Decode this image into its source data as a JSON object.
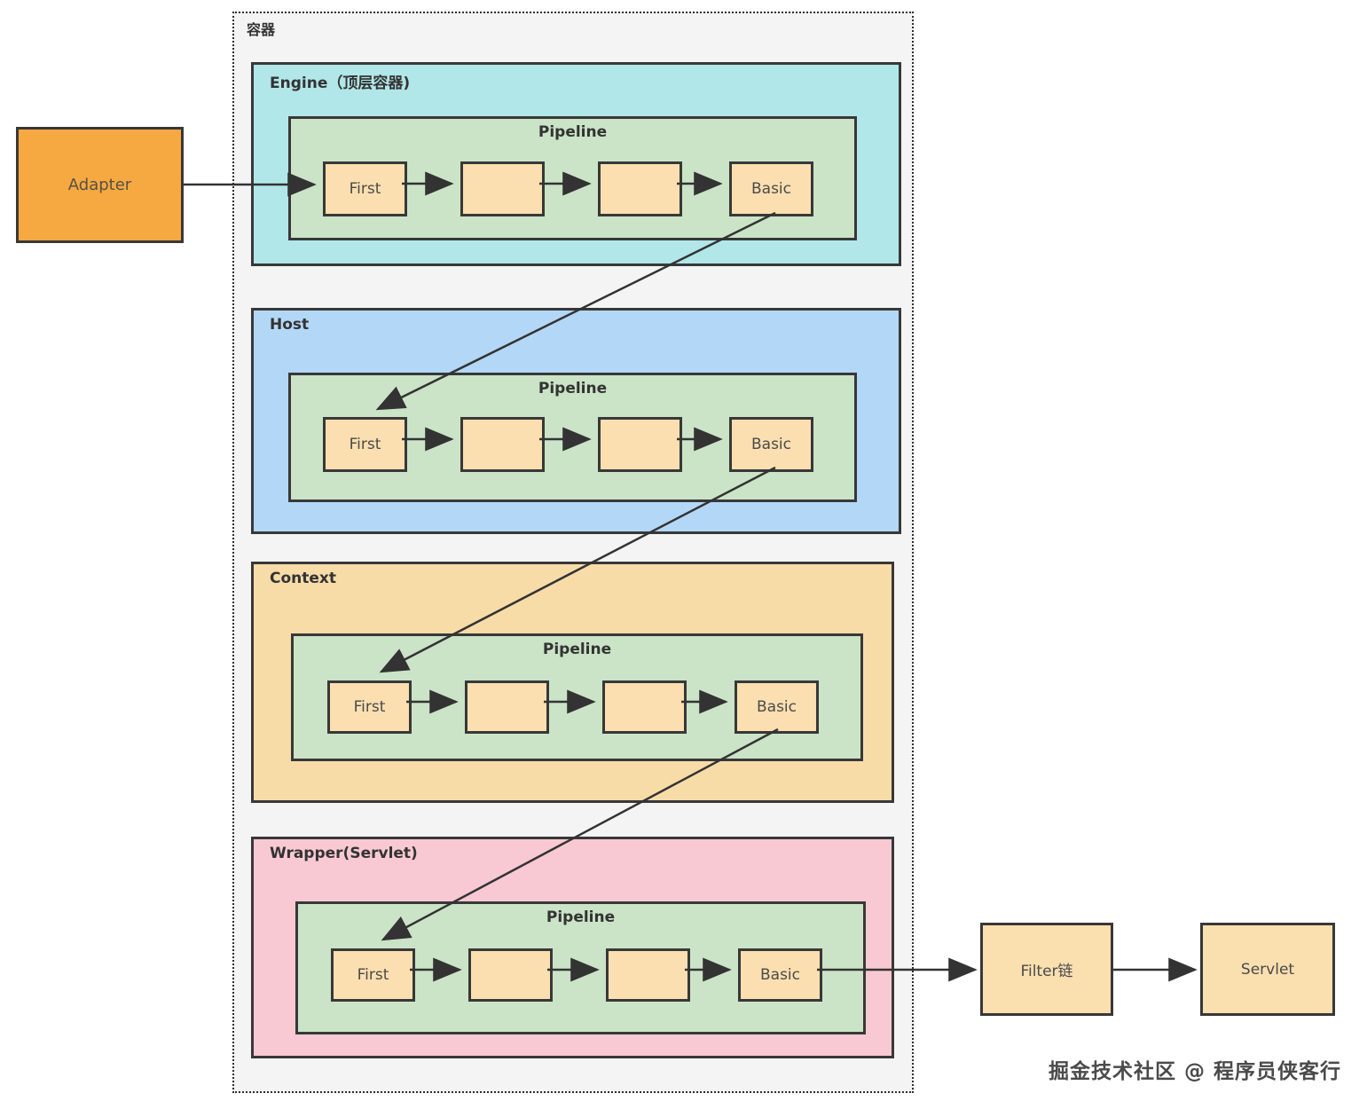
{
  "outer_container": {
    "label": "容器"
  },
  "adapter": {
    "label": "Adapter",
    "fill": "#F7A941"
  },
  "containers": [
    {
      "id": "engine",
      "label": "Engine（顶层容器)",
      "fill": "#B2E7E9",
      "pipeline": {
        "label": "Pipeline",
        "fill": "#CBE4C7",
        "valve_fill": "#FBDFB0",
        "valves": [
          "First",
          "",
          "",
          "Basic"
        ]
      }
    },
    {
      "id": "host",
      "label": "Host",
      "fill": "#B3D7F7",
      "pipeline": {
        "label": "Pipeline",
        "fill": "#CBE4C7",
        "valve_fill": "#FBDFB0",
        "valves": [
          "First",
          "",
          "",
          "Basic"
        ]
      }
    },
    {
      "id": "context",
      "label": "Context",
      "fill": "#F8DCA8",
      "pipeline": {
        "label": "Pipeline",
        "fill": "#CBE4C7",
        "valve_fill": "#FBDFB0",
        "valves": [
          "First",
          "",
          "",
          "Basic"
        ]
      }
    },
    {
      "id": "wrapper",
      "label": "Wrapper(Servlet)",
      "fill": "#F9C9D3",
      "pipeline": {
        "label": "Pipeline",
        "fill": "#CBE4C7",
        "valve_fill": "#FBDFB0",
        "valves": [
          "First",
          "",
          "",
          "Basic"
        ]
      }
    }
  ],
  "endpoints": {
    "filter_chain": {
      "label": "Filter链",
      "fill": "#FADFAF"
    },
    "servlet": {
      "label": "Servlet",
      "fill": "#FADFAF"
    }
  },
  "watermark": {
    "text": "掘金技术社区 @ 程序员侠客行"
  },
  "colors": {
    "outer_fill": "#F4F4F5",
    "border": "#383838",
    "arrow": "#333333",
    "page_background": "#FFFFFF"
  }
}
